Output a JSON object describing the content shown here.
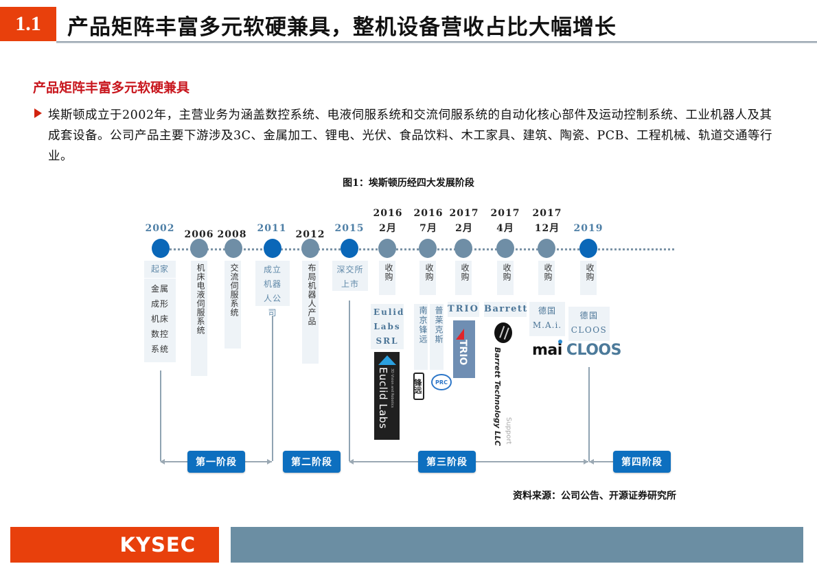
{
  "header": {
    "section_number": "1.1",
    "title": "产品矩阵丰富多元软硬兼具，整机设备营收占比大幅增长"
  },
  "intro": {
    "heading": "产品矩阵丰富多元软硬兼具",
    "bullet": "埃斯顿成立于2002年，主营业务为涵盖数控系统、电液伺服系统和交流伺服系统的自动化核心部件及运动控制系统、工业机器人及其成套设备。公司产品主要下游涉及3C、金属加工、锂电、光伏、食品饮料、木工家具、建筑、陶瓷、PCB、工程机械、轨道交通等行业。"
  },
  "figure": {
    "title": "图1：埃斯顿历经四大发展阶段",
    "milestones": [
      {
        "year": "2002",
        "month": "",
        "major": true,
        "event_top": "起家",
        "event": "金属成形机床数控系统"
      },
      {
        "year": "2006",
        "month": "",
        "major": false,
        "event": "机床电液伺服系统"
      },
      {
        "year": "2008",
        "month": "",
        "major": false,
        "event": "交流伺服系统"
      },
      {
        "year": "2011",
        "month": "",
        "major": true,
        "event": "成立机器人公司"
      },
      {
        "year": "2012",
        "month": "",
        "major": false,
        "event": "布局机器人产品"
      },
      {
        "year": "2015",
        "month": "",
        "major": true,
        "event": "深交所上市"
      },
      {
        "year": "2016",
        "month": "2月",
        "major": false,
        "event": "收购",
        "company": "Eulid Labs SRL"
      },
      {
        "year": "2016",
        "month": "7月",
        "major": false,
        "event": "收购",
        "company_a": "南京锋远",
        "company_b": "普莱克斯"
      },
      {
        "year": "2017",
        "month": "2月",
        "major": false,
        "event": "收购",
        "company": "TRIO"
      },
      {
        "year": "2017",
        "month": "4月",
        "major": false,
        "event": "收购",
        "company": "Barrett"
      },
      {
        "year": "2017",
        "month": "12月",
        "major": false,
        "event": "收购",
        "company_line1": "德国",
        "company_line2": "M.A.i."
      },
      {
        "year": "2019",
        "month": "",
        "major": true,
        "event": "收购",
        "company_line1": "德国",
        "company_line2": "CLOOS"
      }
    ],
    "logos": {
      "euclid": "Euclid Labs",
      "euclid_sub": "3D Vision and Robotics",
      "trio": "TRIO",
      "barrett": "Barrett Technology LLC",
      "barrett_support": "Support",
      "mai": "mai",
      "cloos": "CLOOS",
      "nanjing": "锋远",
      "prc": "PRC"
    },
    "stages": [
      "第一阶段",
      "第二阶段",
      "第三阶段",
      "第四阶段"
    ],
    "source": "资料来源：公司公告、开源证券研究所"
  },
  "footer": {
    "brand": "KYSEC"
  },
  "colors": {
    "brand_red": "#e8400c",
    "major_node": "#0a67b8",
    "minor_node": "#6f8ea6",
    "stage_button": "#0d6fbf",
    "footer_bar": "#6b8ea3",
    "heading_red": "#c8161d"
  }
}
